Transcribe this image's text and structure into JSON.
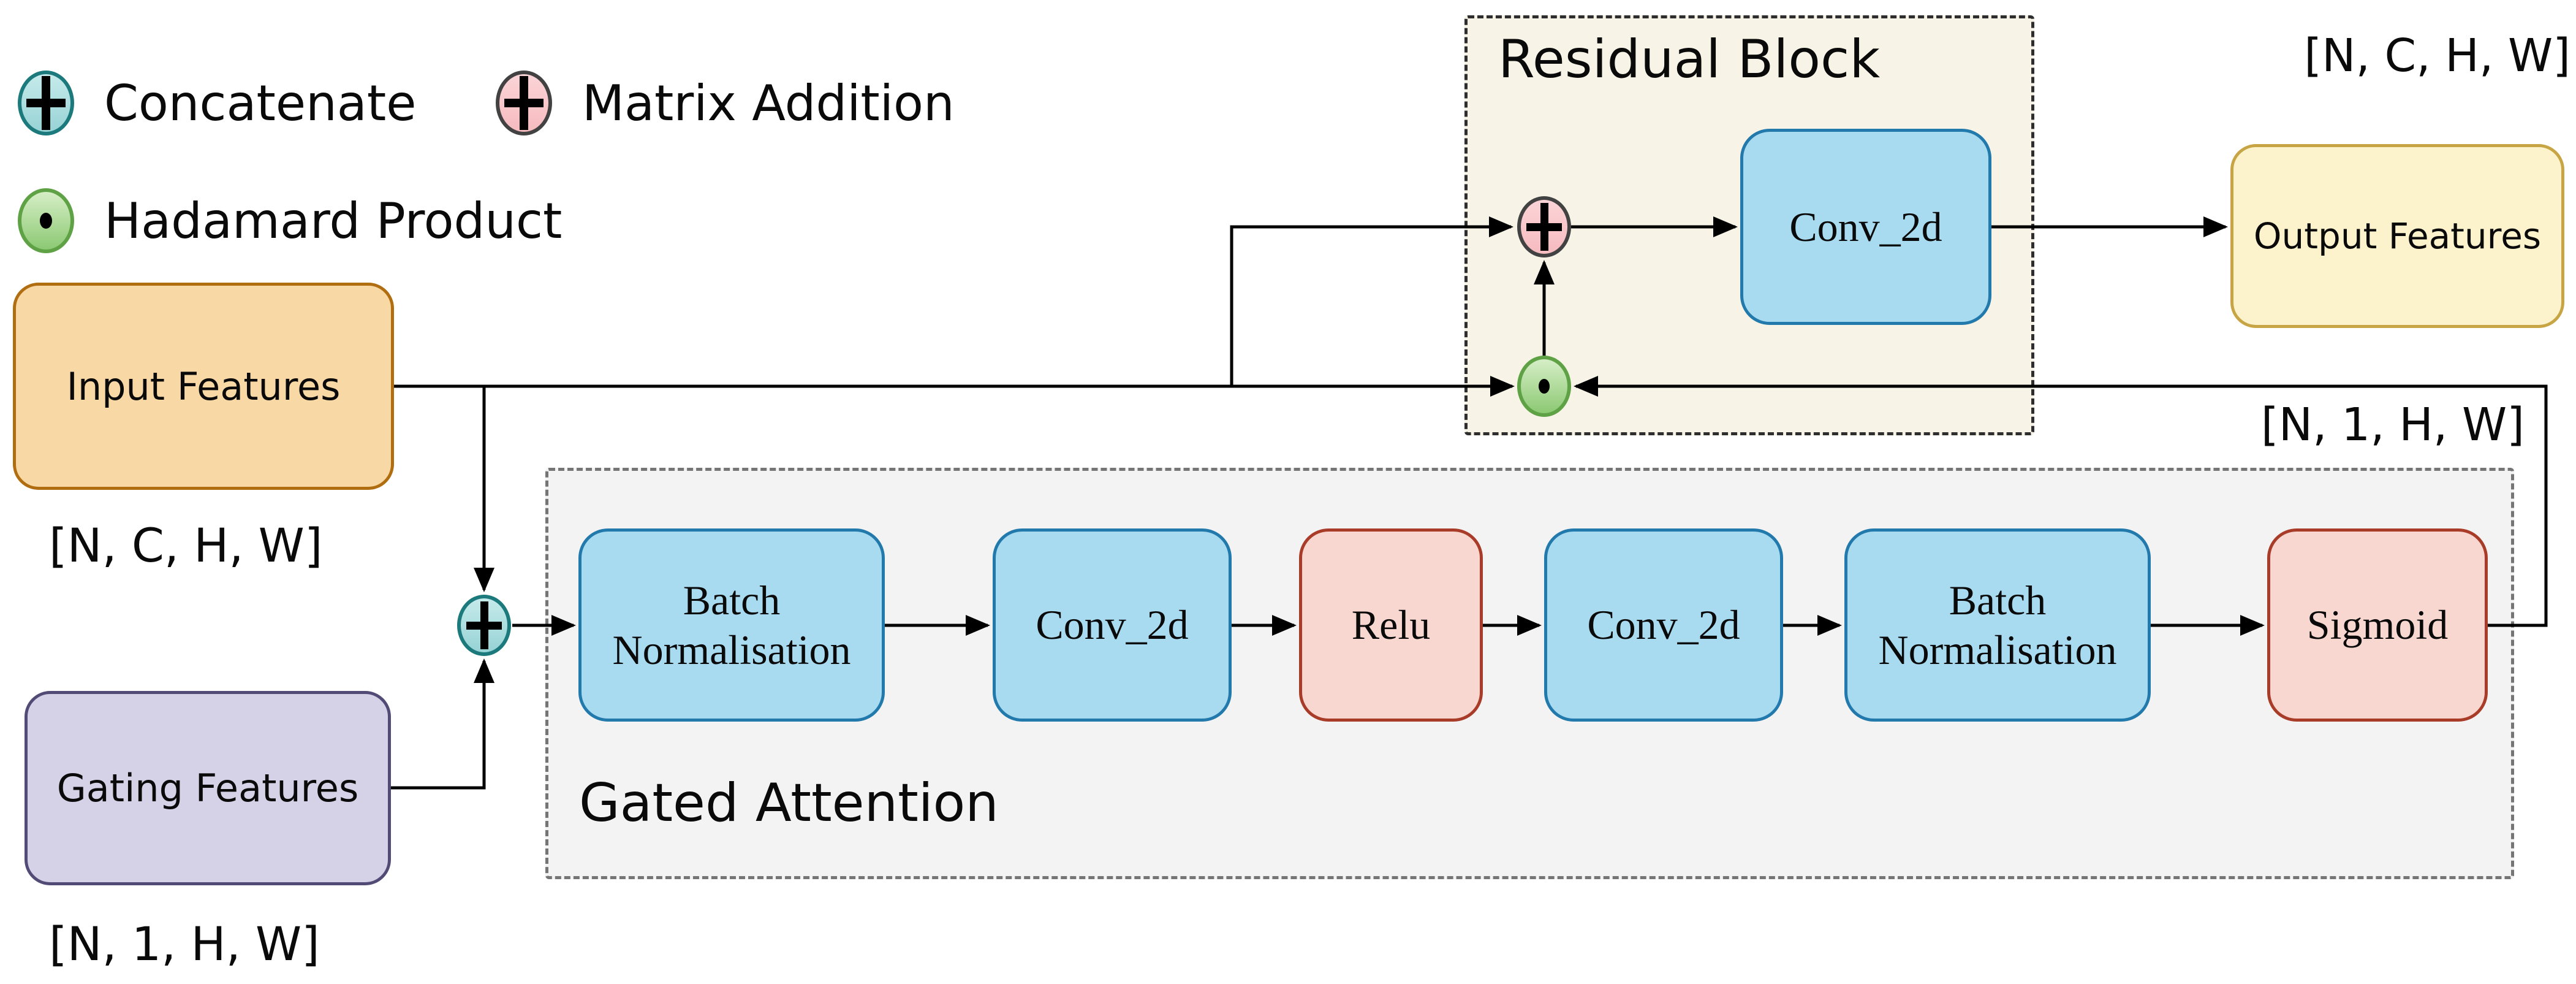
{
  "legend": {
    "items": [
      {
        "id": "concatenate",
        "label": "Concatenate",
        "symbol": "circle-plus",
        "fill": "#A5DEE0",
        "stroke": "#1D7A7C"
      },
      {
        "id": "matrix-addition",
        "label": "Matrix Addition",
        "symbol": "circle-plus",
        "fill": "#F9C6C9",
        "stroke": "#424242"
      },
      {
        "id": "hadamard-product",
        "label": "Hadamard Product",
        "symbol": "circle-dot",
        "fill": "#A9D68D",
        "stroke": "#5FA245"
      }
    ]
  },
  "io": {
    "input": {
      "label": "Input Features",
      "dim": "[N, C, H, W]"
    },
    "gating": {
      "label": "Gating Features",
      "dim": "[N, 1, H, W]"
    },
    "output": {
      "label": "Output Features",
      "dim": "[N, C, H, W]"
    },
    "attention_map_dim": "[N, 1, H, W]"
  },
  "gated_attention": {
    "title": "Gated Attention",
    "nodes": [
      {
        "label": "Batch Normalisation",
        "type": "batch-norm"
      },
      {
        "label": "Conv_2d",
        "type": "conv"
      },
      {
        "label": "Relu",
        "type": "activation"
      },
      {
        "label": "Conv_2d",
        "type": "conv"
      },
      {
        "label": "Batch Normalisation",
        "type": "batch-norm"
      },
      {
        "label": "Sigmoid",
        "type": "activation"
      }
    ]
  },
  "residual_block": {
    "title": "Residual Block",
    "conv_label": "Conv_2d"
  },
  "palette": {
    "input_fill": "#F8D8A5",
    "input_stroke": "#B06E10",
    "gating_fill": "#D5D1E6",
    "gating_stroke": "#514B76",
    "output_fill": "#FCF2CC",
    "output_stroke": "#C8A544",
    "conv_fill": "#A8DAF0",
    "conv_stroke": "#2279AC",
    "activation_fill": "#F8D7D0",
    "activation_stroke": "#A83C28",
    "gated_attention_bg": "#F3F3F3",
    "residual_block_bg": "#F7F4E7",
    "wire": "#000000"
  }
}
